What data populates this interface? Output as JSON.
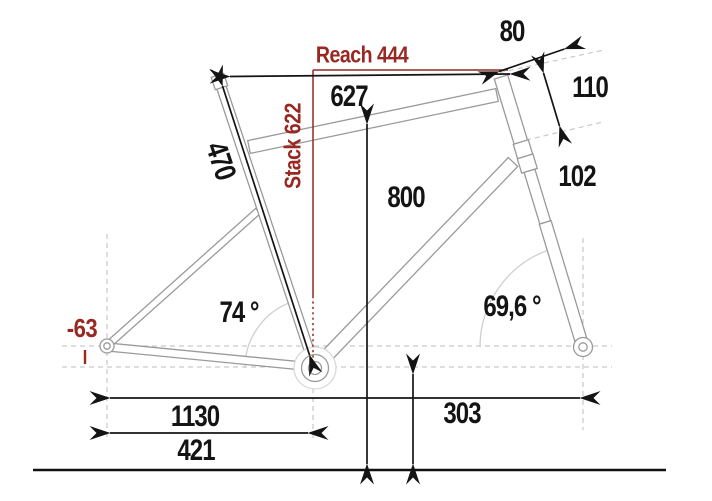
{
  "colors": {
    "accent_red": "#992722",
    "frame_gray": "#9a9a9a",
    "guide_gray": "#c9c9c9",
    "ink_black": "#141414"
  },
  "labels": {
    "reach": "Reach 444",
    "stack": "Stack 622",
    "top_tube_effective": "627",
    "seat_tube_length": "470",
    "stem_spacer": "80",
    "head_tube_length": "110",
    "fork_upper": "102",
    "standover_height": "800",
    "seat_tube_angle": "74 °",
    "head_tube_angle": "69,6 °",
    "bb_drop": "-63",
    "wheelbase": "1130",
    "bb_height": "303",
    "chainstay_length": "421"
  }
}
